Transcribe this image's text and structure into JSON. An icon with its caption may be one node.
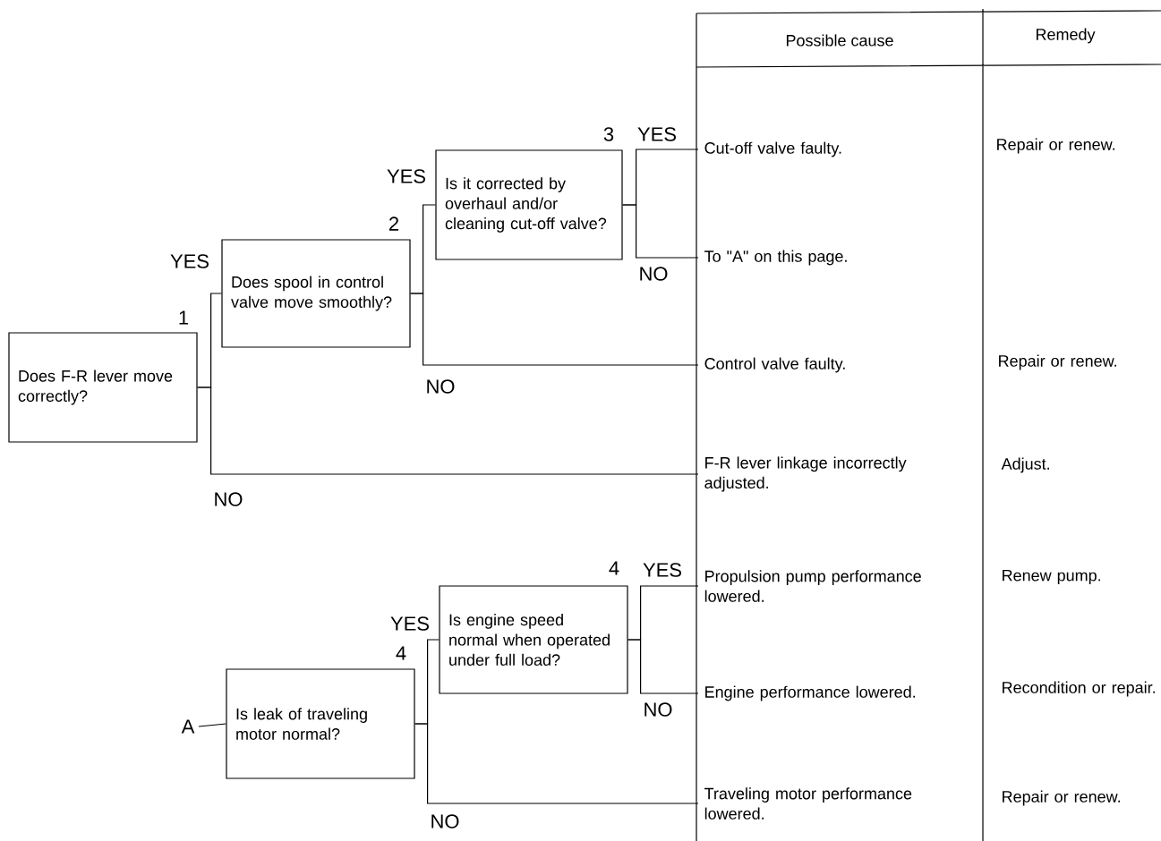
{
  "diagram": {
    "nodes": [
      {
        "text": [
          "Does F-R lever move correctly?"
        ],
        "beside": [
          "1"
        ]
      },
      {
        "text": [
          "Does spool in control valve move smoothly?"
        ],
        "beside": [
          "2"
        ]
      },
      {
        "text": [
          "Is it corrected by overhaul and/or cleaning cut-off valve?"
        ],
        "beside": [
          "3"
        ]
      },
      {
        "text": [
          "Cut-off valve faulty."
        ]
      },
      {
        "text": [
          "To \"A\" on this page."
        ]
      },
      {
        "text": [
          "Control valve faulty."
        ]
      },
      {
        "text": [
          "F-R lever linkage incorrectly adjusted."
        ]
      },
      {
        "text": [
          "A"
        ]
      },
      {
        "text": [
          "Is leak of traveling motor normal?"
        ],
        "beside": [
          "4"
        ]
      },
      {
        "text": [
          "Is engine speed normal when operated under full load?"
        ],
        "beside": [
          "4"
        ]
      },
      {
        "text": [
          "Propulsion pump performance lowered."
        ]
      },
      {
        "text": [
          "Engine performance lowered."
        ]
      },
      {
        "text": [
          "Traveling motor performance lowered."
        ]
      }
    ],
    "edges": [
      {
        "from": 0,
        "to": 1,
        "arrow": "none",
        "label": "YES"
      },
      {
        "from": 0,
        "to": 6,
        "arrow": "none",
        "label": "NO"
      },
      {
        "from": 1,
        "to": 2,
        "arrow": "none",
        "label": "YES"
      },
      {
        "from": 1,
        "to": 5,
        "arrow": "none",
        "label": "NO"
      },
      {
        "from": 2,
        "to": 3,
        "arrow": "none",
        "label": "YES"
      },
      {
        "from": 2,
        "to": 4,
        "arrow": "none",
        "label": "NO"
      },
      {
        "from": 7,
        "to": 8,
        "arrow": "none"
      },
      {
        "from": 8,
        "to": 9,
        "arrow": "none",
        "label": "YES"
      },
      {
        "from": 8,
        "to": 12,
        "arrow": "none",
        "label": "NO"
      },
      {
        "from": 9,
        "to": 10,
        "arrow": "none",
        "label": "YES"
      },
      {
        "from": 9,
        "to": 11,
        "arrow": "none",
        "label": "NO"
      }
    ],
    "labels": [
      "Possible cause",
      "Remedy",
      "Repair or renew.",
      "Repair or renew.",
      "Adjust.",
      "Renew pump.",
      "Recondition or repair.",
      "Repair or renew."
    ]
  }
}
